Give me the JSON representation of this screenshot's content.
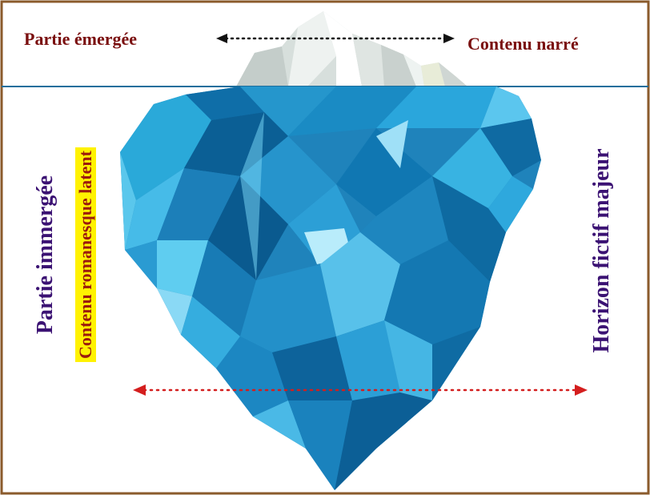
{
  "labels": {
    "emerged_part": "Partie émergée",
    "narrated_content": "Contenu narré",
    "immersed_part": "Partie immergée",
    "latent_content": "Contenu romanesque latent",
    "fictional_horizon": "Horizon fictif majeur"
  },
  "colors": {
    "frame_border": "#8a5a2b",
    "title_text": "#7a0f0f",
    "side_text": "#3b1273",
    "latent_highlight": "#fff200",
    "latent_text": "#9b1a0e",
    "arrow_top": "#111111",
    "arrow_bottom": "#d41e1e",
    "water": "#ffffff",
    "waterline": "#1d6e9c",
    "ice_tip": "#e4ebe8",
    "ice_base": "#1f83bb"
  }
}
